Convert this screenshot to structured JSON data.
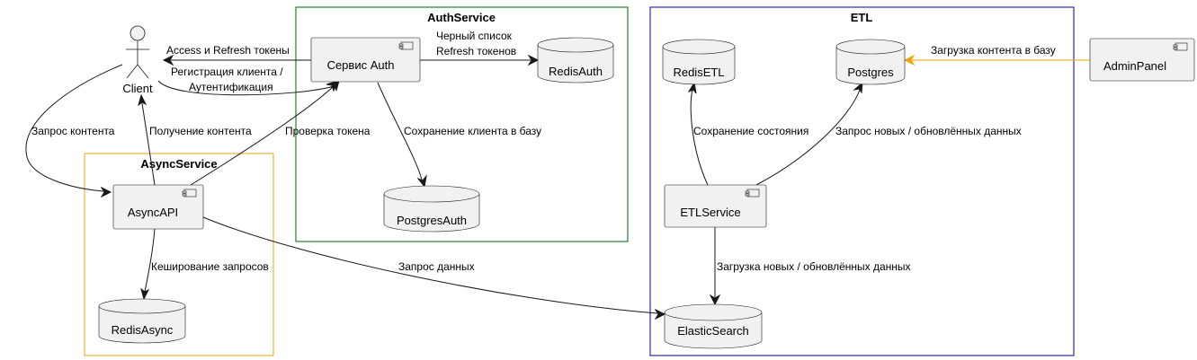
{
  "groups": {
    "auth": {
      "title": "AuthService",
      "color": "#006400"
    },
    "etl": {
      "title": "ETL",
      "color": "#0000a0"
    },
    "async": {
      "title": "AsyncService",
      "color": "#f0a30a"
    }
  },
  "actors": {
    "client": "Client"
  },
  "components": {
    "auth_service": "Сервис Auth",
    "async_api": "AsyncAPI",
    "etl_service": "ETLService",
    "admin_panel": "AdminPanel"
  },
  "databases": {
    "redis_auth": "RedisAuth",
    "postgres_auth": "PostgresAuth",
    "redis_etl": "RedisETL",
    "postgres": "Postgres",
    "elastic": "ElasticSearch",
    "redis_async": "RedisAsync"
  },
  "edges": {
    "tokens": "Access и Refresh токены",
    "register_1": "Регистрация клиента /",
    "register_2": "Аутентификация",
    "blacklist_1": "Черный список",
    "blacklist_2": "Refresh токенов",
    "save_client": "Сохранение клиента в базу",
    "content_request": "Запрос контента",
    "get_content": "Получение контента",
    "check_token": "Проверка токена",
    "cache_requests": "Кеширование запросов",
    "data_request": "Запрос данных",
    "save_state": "Сохранение состояния",
    "query_new": "Запрос новых / обновлённых данных",
    "load_new": "Загрузка новых / обновлённых данных",
    "load_content": "Загрузка контента в базу"
  }
}
